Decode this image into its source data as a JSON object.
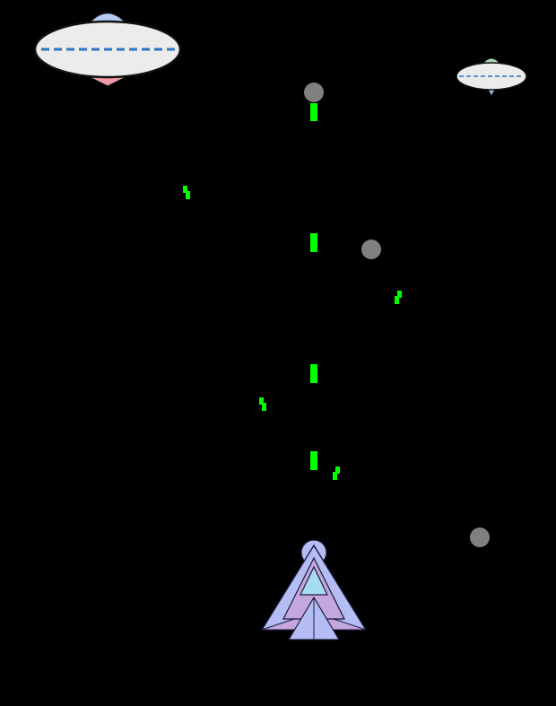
{
  "game": {
    "background_color": "#000000"
  },
  "colors": {
    "laser": "#00ff00",
    "asteroid": "#808080",
    "ufo_body": "#ececec",
    "ufo_outline": "#111111",
    "ufo_stripe": "#2f74c0",
    "ufo_dome_blue": "#b5cdf5",
    "ufo_dome_green": "#a6d8b4",
    "ufo_underside_pink": "#ef9aa4",
    "ship_outer": "#b4bdf4",
    "ship_inner": "#c4a7dd",
    "ship_cockpit": "#a8dcf5",
    "ship_outline": "#1a1a3a"
  },
  "icons": {
    "enemy": "ufo-icon",
    "player": "spaceship-icon",
    "projectile": "laser-icon",
    "obstacle": "asteroid-icon"
  },
  "entities": {
    "enemies": [
      {
        "id": "ufo-1",
        "size": "large",
        "dome": "blue"
      },
      {
        "id": "ufo-2",
        "size": "small",
        "dome": "green"
      }
    ],
    "asteroid_count": 3,
    "player_laser_count": 4,
    "enemy_laser_count": 4
  }
}
